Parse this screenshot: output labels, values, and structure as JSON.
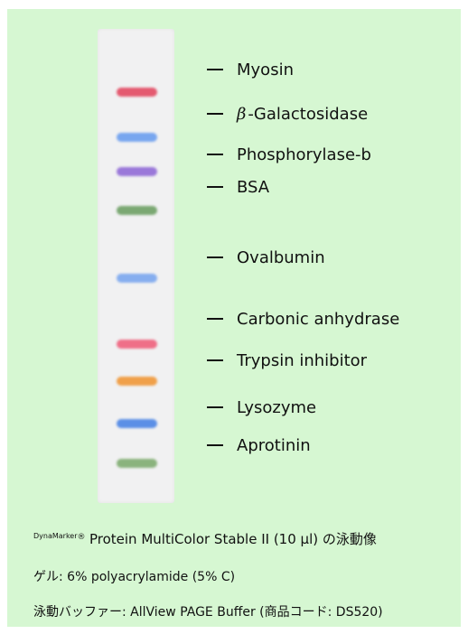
{
  "markers": [
    {
      "label": "Myosin",
      "color": "#e45a70"
    },
    {
      "prefix": "β",
      "label": "-Galactosidase",
      "color": "#78a6ef"
    },
    {
      "label": "Phosphorylase-b",
      "color": "#9a78d9"
    },
    {
      "label": "BSA",
      "color": "#7ba873"
    },
    {
      "label": "Ovalbumin",
      "color": "#86aeef"
    },
    {
      "label": "Carbonic anhydrase",
      "color": "#ef6f88"
    },
    {
      "label": "Trypsin inhibitor",
      "color": "#f0a04a"
    },
    {
      "label": "Lysozyme",
      "color": "#5b8fe6"
    },
    {
      "label": "Aprotinin",
      "color": "#8ab37d"
    }
  ],
  "caption": {
    "brand": "DynaMarker",
    "reg": "®",
    "line1": "Protein MultiColor Stable II (10 μl) の泳動像",
    "line2": "ゲル: 6% polyacrylamide (5% C)",
    "line3": "泳動バッファー: AllView PAGE Buffer (商品コード: DS520)"
  }
}
